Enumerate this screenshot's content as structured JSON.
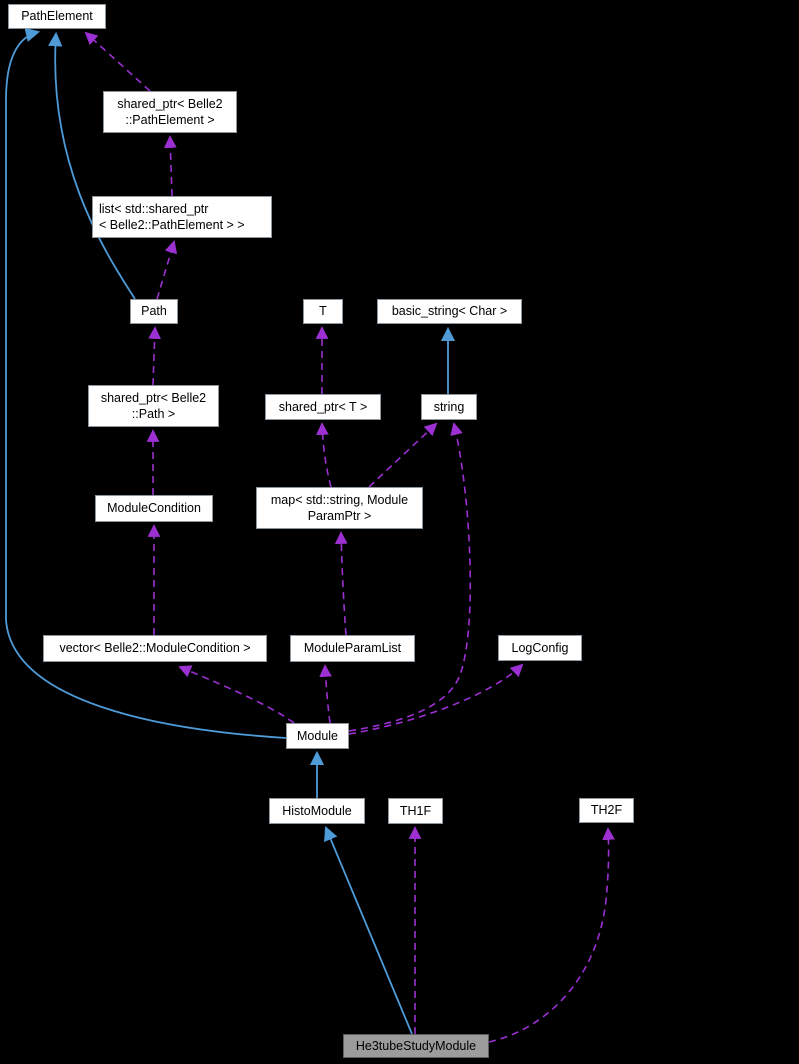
{
  "diagram": {
    "colors": {
      "background": "#000000",
      "inheritance_edge": "#4E9BD8",
      "usage_edge": "#9C30D2",
      "node_fill": "#FFFFFF",
      "node_border": "#8E969D",
      "highlighted_node_fill": "#9C9C9C",
      "highlighted_node_border": "#5E5E5E",
      "text": "#000000"
    },
    "nodes": [
      {
        "id": "PathElement",
        "lines": [
          "PathElement"
        ]
      },
      {
        "id": "shared_ptr_PathElement",
        "lines": [
          "shared_ptr< Belle2",
          "::PathElement >"
        ]
      },
      {
        "id": "list_shared_ptr_PathElement",
        "lines": [
          "list< std::shared_ptr",
          "< Belle2::PathElement > >"
        ]
      },
      {
        "id": "Path",
        "lines": [
          "Path"
        ]
      },
      {
        "id": "T",
        "lines": [
          "T"
        ]
      },
      {
        "id": "basic_string_Char",
        "lines": [
          "basic_string< Char >"
        ]
      },
      {
        "id": "shared_ptr_Path",
        "lines": [
          "shared_ptr< Belle2",
          "::Path >"
        ]
      },
      {
        "id": "shared_ptr_T",
        "lines": [
          "shared_ptr< T >"
        ]
      },
      {
        "id": "string",
        "lines": [
          "string"
        ]
      },
      {
        "id": "ModuleCondition",
        "lines": [
          "ModuleCondition"
        ]
      },
      {
        "id": "map_string_ModuleParamPtr",
        "lines": [
          "map< std::string, Module",
          "ParamPtr >"
        ]
      },
      {
        "id": "vector_ModuleCondition",
        "lines": [
          "vector< Belle2::ModuleCondition >"
        ]
      },
      {
        "id": "ModuleParamList",
        "lines": [
          "ModuleParamList"
        ]
      },
      {
        "id": "LogConfig",
        "lines": [
          "LogConfig"
        ]
      },
      {
        "id": "Module",
        "lines": [
          "Module"
        ]
      },
      {
        "id": "HistoModule",
        "lines": [
          "HistoModule"
        ]
      },
      {
        "id": "TH1F",
        "lines": [
          "TH1F"
        ]
      },
      {
        "id": "TH2F",
        "lines": [
          "TH2F"
        ]
      },
      {
        "id": "He3tubeStudyModule",
        "lines": [
          "He3tubeStudyModule"
        ],
        "highlighted": true
      }
    ],
    "edges": [
      {
        "from": "Path",
        "to": "PathElement",
        "type": "inheritance"
      },
      {
        "from": "Module",
        "to": "PathElement",
        "type": "inheritance"
      },
      {
        "from": "string",
        "to": "basic_string< Char >",
        "type": "inheritance"
      },
      {
        "from": "HistoModule",
        "to": "Module",
        "type": "inheritance"
      },
      {
        "from": "He3tubeStudyModule",
        "to": "HistoModule",
        "type": "inheritance"
      },
      {
        "from": "shared_ptr< Belle2::PathElement >",
        "to": "PathElement",
        "type": "usage"
      },
      {
        "from": "list< std::shared_ptr< Belle2::PathElement > >",
        "to": "shared_ptr< Belle2::PathElement >",
        "type": "usage"
      },
      {
        "from": "Path",
        "to": "list< std::shared_ptr< Belle2::PathElement > >",
        "type": "usage"
      },
      {
        "from": "shared_ptr< Belle2::Path >",
        "to": "Path",
        "type": "usage"
      },
      {
        "from": "ModuleCondition",
        "to": "shared_ptr< Belle2::Path >",
        "type": "usage"
      },
      {
        "from": "vector< Belle2::ModuleCondition >",
        "to": "ModuleCondition",
        "type": "usage"
      },
      {
        "from": "shared_ptr< T >",
        "to": "T",
        "type": "usage"
      },
      {
        "from": "map< std::string, ModuleParamPtr >",
        "to": "shared_ptr< T >",
        "type": "usage"
      },
      {
        "from": "map< std::string, ModuleParamPtr >",
        "to": "string",
        "type": "usage"
      },
      {
        "from": "ModuleParamList",
        "to": "map< std::string, ModuleParamPtr >",
        "type": "usage"
      },
      {
        "from": "Module",
        "to": "vector< Belle2::ModuleCondition >",
        "type": "usage"
      },
      {
        "from": "Module",
        "to": "ModuleParamList",
        "type": "usage"
      },
      {
        "from": "Module",
        "to": "LogConfig",
        "type": "usage"
      },
      {
        "from": "Module",
        "to": "string",
        "type": "usage"
      },
      {
        "from": "He3tubeStudyModule",
        "to": "TH1F",
        "type": "usage"
      },
      {
        "from": "He3tubeStudyModule",
        "to": "TH2F",
        "type": "usage"
      }
    ]
  }
}
